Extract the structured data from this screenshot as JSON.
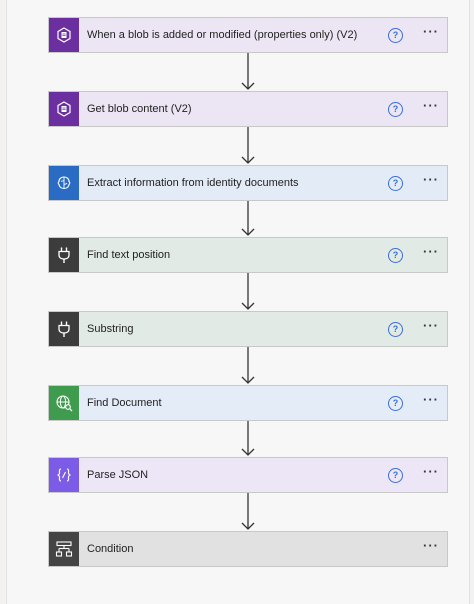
{
  "flow": {
    "steps": [
      {
        "title": "When a blob is added or modified (properties only) (V2)",
        "icon": "blob-icon",
        "icon_color": "#6b2fa0",
        "bg": "#ece5f3",
        "help": "?",
        "more": "···"
      },
      {
        "title": "Get blob content (V2)",
        "icon": "blob-icon",
        "icon_color": "#6b2fa0",
        "bg": "#ece5f3",
        "help": "?",
        "more": "···"
      },
      {
        "title": "Extract information from identity documents",
        "icon": "brain-icon",
        "icon_color": "#2a6cc4",
        "bg": "#e3ebf7",
        "help": "?",
        "more": "···"
      },
      {
        "title": "Find text position",
        "icon": "plug-icon",
        "icon_color": "#3c3c3c",
        "bg": "#e2eae5",
        "help": "?",
        "more": "···"
      },
      {
        "title": "Substring",
        "icon": "plug-icon",
        "icon_color": "#3c3c3c",
        "bg": "#e2eae5",
        "help": "?",
        "more": "···"
      },
      {
        "title": "Find Document",
        "icon": "globe-icon",
        "icon_color": "#3f9b4d",
        "bg": "#e4ecf8",
        "help": "?",
        "more": "···"
      },
      {
        "title": "Parse JSON",
        "icon": "json-icon",
        "icon_color": "#7c5ce6",
        "bg": "#ece6f7",
        "help": "?",
        "more": "···"
      },
      {
        "title": "Condition",
        "icon": "condition-icon",
        "icon_color": "#444444",
        "bg": "#e1e1e1",
        "more": "···"
      }
    ]
  }
}
